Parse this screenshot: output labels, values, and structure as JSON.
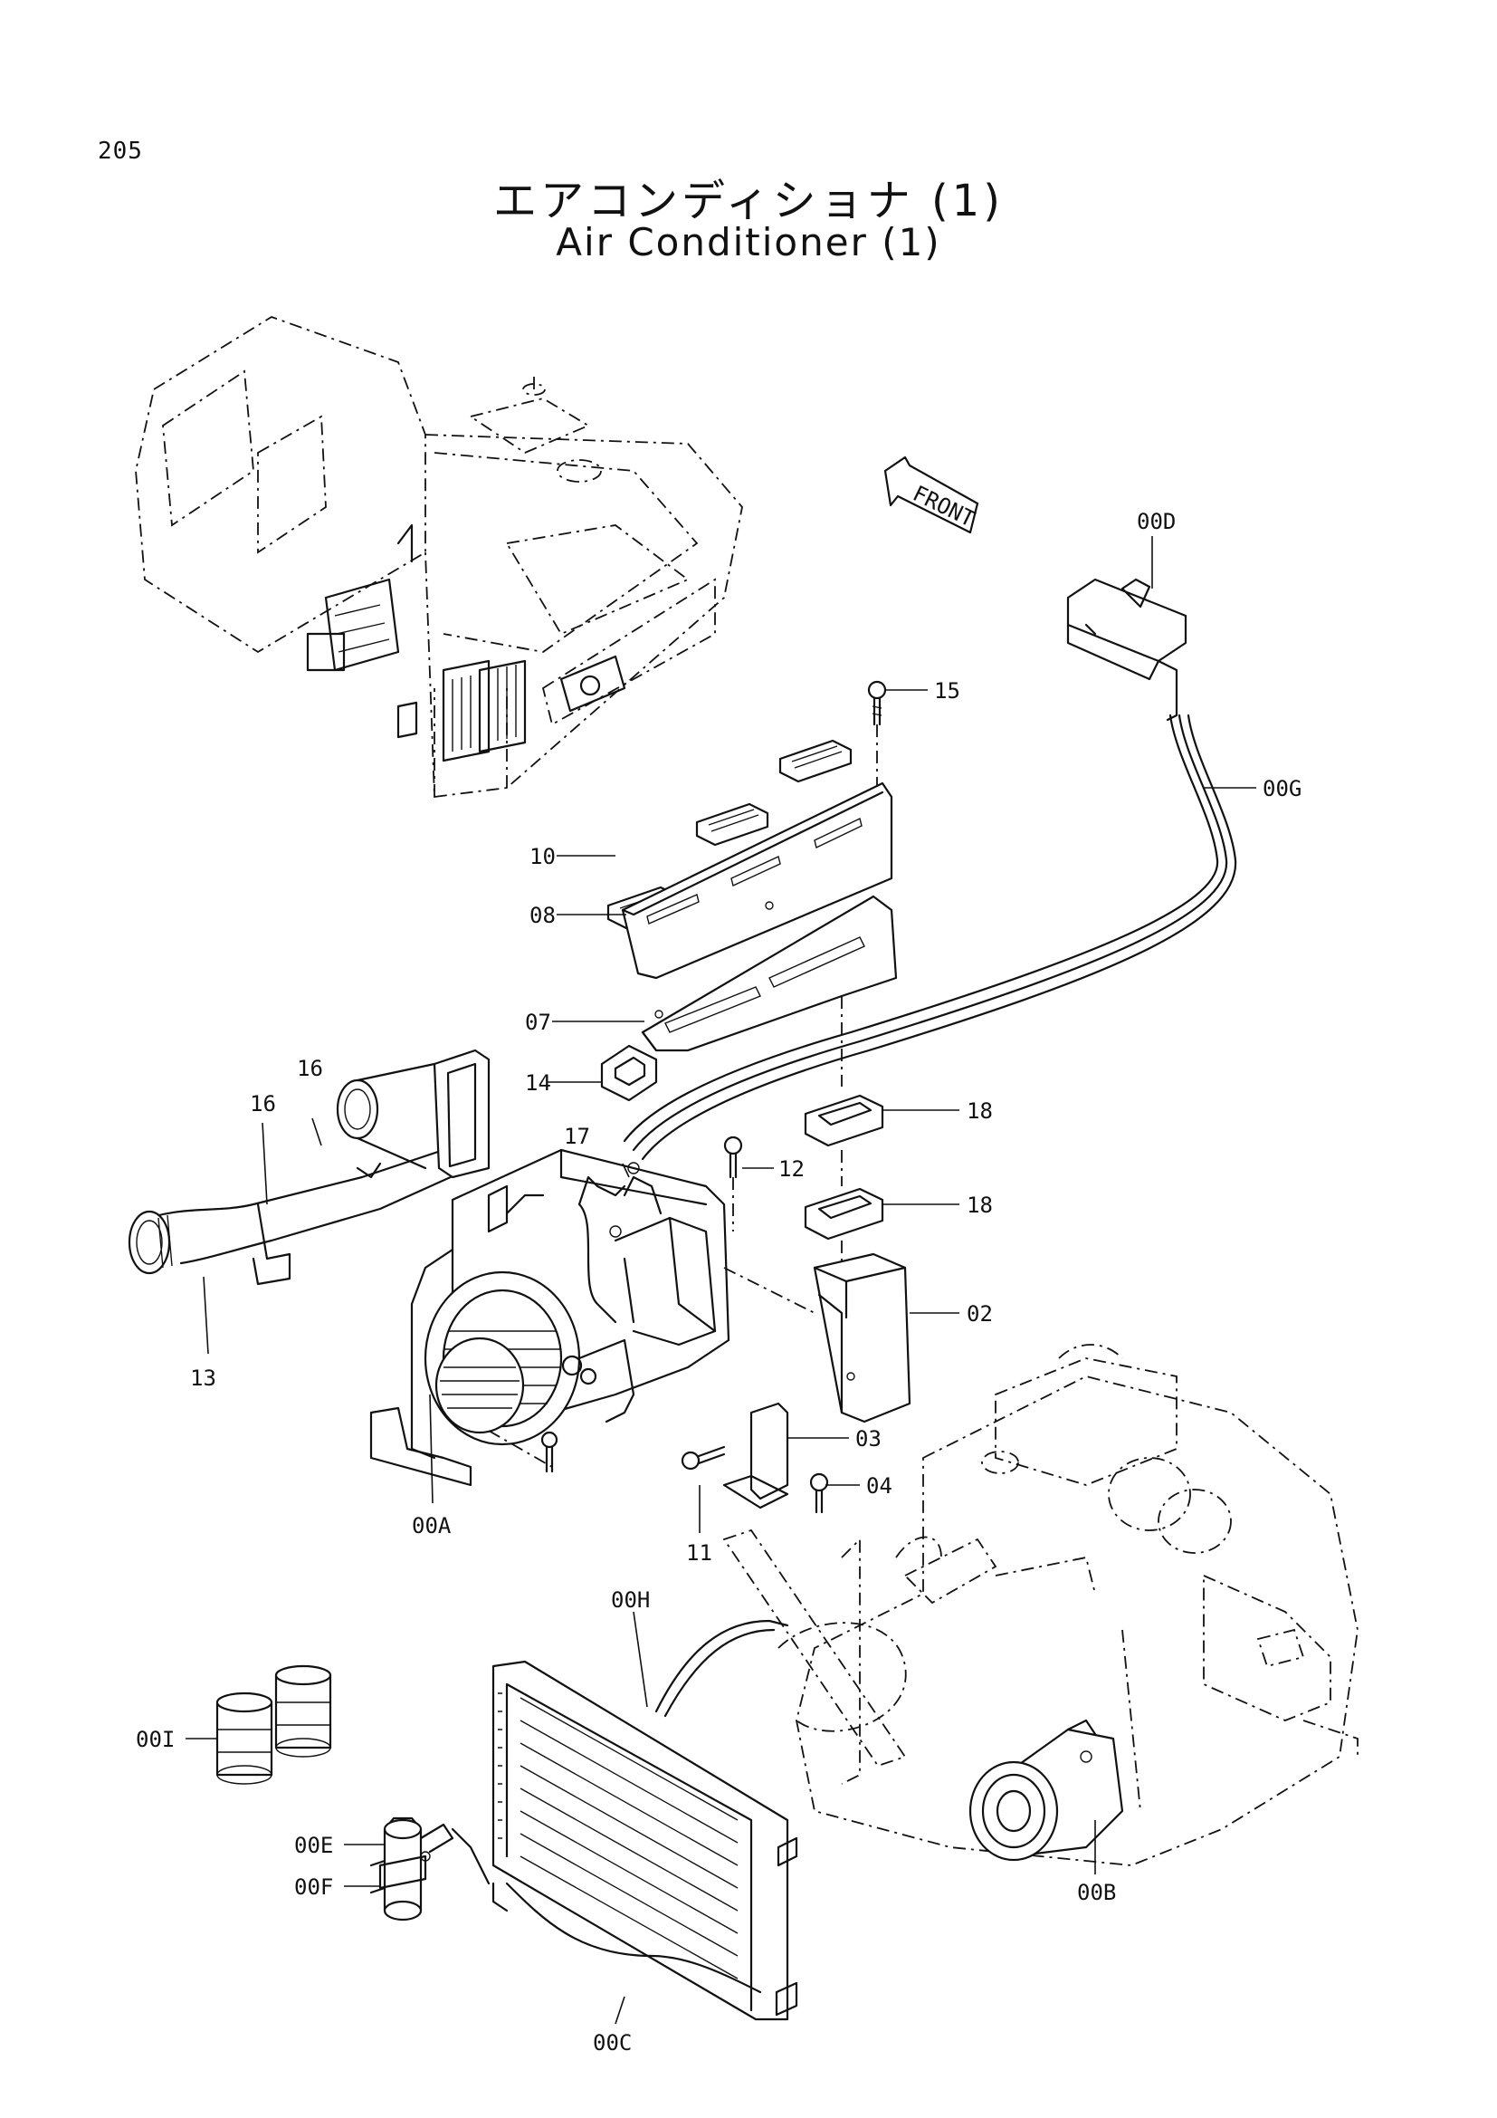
{
  "page_number": "205",
  "title_ja": "エアコンディショナ (1)",
  "title_en": "Air Conditioner (1)",
  "front_label": "FRONT",
  "part_labels": {
    "p00D": "00D",
    "p15": "15",
    "p00G": "00G",
    "p10": "10",
    "p08": "08",
    "p07": "07",
    "p14": "14",
    "p17": "17",
    "p18a": "18",
    "p12": "12",
    "p18b": "18",
    "p16a": "16",
    "p16b": "16",
    "p13": "13",
    "p02": "02",
    "p03": "03",
    "p04": "04",
    "p11": "11",
    "p00A": "00A",
    "p00H": "00H",
    "p00I": "00I",
    "p00E": "00E",
    "p00F": "00F",
    "p00C": "00C",
    "p00B": "00B"
  }
}
